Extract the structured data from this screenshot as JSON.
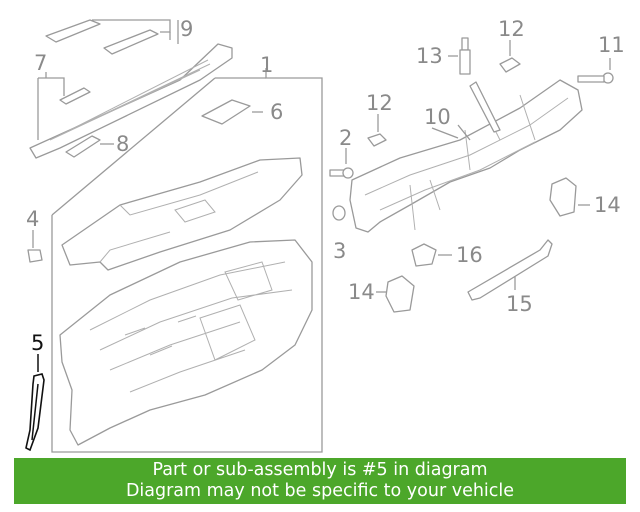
{
  "diagram": {
    "callouts": {
      "c1": "1",
      "c2": "2",
      "c3": "3",
      "c4": "4",
      "c5": "5",
      "c6": "6",
      "c7": "7",
      "c8": "8",
      "c9": "9",
      "c10": "10",
      "c11": "11",
      "c12a": "12",
      "c12b": "12",
      "c13": "13",
      "c14a": "14",
      "c14b": "14",
      "c15": "15",
      "c16": "16"
    },
    "highlight_callout": "5"
  },
  "banner": {
    "line1": "Part or sub-assembly is #5 in diagram",
    "line2": "Diagram may not be specific to your vehicle",
    "color": "#4ca72a"
  }
}
